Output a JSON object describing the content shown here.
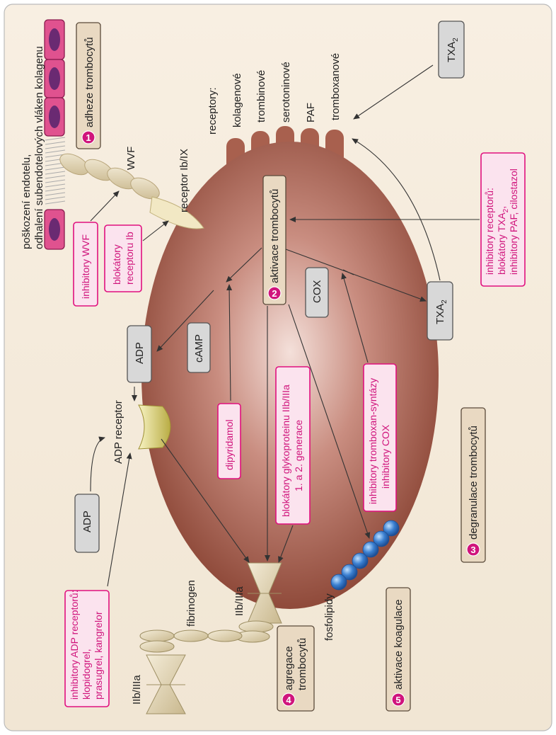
{
  "labels": {
    "endothelium_line1": "poškození endotelu,",
    "endothelium_line2": "odhalení subendotelových vláken kolagenu",
    "wvf": "WVF",
    "receptor_ib_ix": "receptor Ib/IX",
    "receptors_heading": "receptory:",
    "receptor_collagen": "kolagenové",
    "receptor_thrombin": "trombinové",
    "receptor_serotonin": "serotoninové",
    "receptor_paf": "PAF",
    "receptor_thromboxane": "tromboxanové",
    "adp_receptor": "ADP receptor",
    "fibrinogen": "fibrinogen",
    "iib_iiia_center": "IIb/IIIa",
    "iib_iiia_left": "IIb/IIIa",
    "fosfolipidy": "fosfolipidy"
  },
  "grey_boxes": {
    "txa2_top": "TXA",
    "txa2_top_sub": "2",
    "cox": "COX",
    "txa2_mid": "TXA",
    "txa2_mid_sub": "2",
    "camp": "cAMP",
    "adp_upper": "ADP",
    "adp_lower": "ADP"
  },
  "steps": {
    "s1": {
      "num": "1",
      "label": "adheze trombocytů"
    },
    "s2": {
      "num": "2",
      "label": "aktivace trombocytů"
    },
    "s3": {
      "num": "3",
      "label": "degranulace trombocytů"
    },
    "s4": {
      "num": "4",
      "label1": "agregace",
      "label2": "trombocytů"
    },
    "s5": {
      "num": "5",
      "label": "aktivace koagulace"
    }
  },
  "inhibitors": {
    "wvf": "inhibitory WVF",
    "ib_line1": "blokátory",
    "ib_line2": "receptoru Ib",
    "receptors_line1": "inhibitory receptorů:",
    "receptors_line2": "blokátory TXA",
    "receptors_line2_sub": "2",
    "receptors_line2_end": ",",
    "receptors_line3": "inhibitory PAF, cilostazol",
    "tromboxan_line1": "inhibitory tromboxan-syntázy",
    "tromboxan_line2": "inhibitory COX",
    "gp_line1": "blokátory glykoproteinu IIb/IIIa",
    "gp_line2": "1. a 2. generace",
    "dipyridamol": "dipyridamol",
    "adp_line1": "inhibitory ADP receptorů:",
    "adp_line2": "klopidogrel,",
    "adp_line3": "prasugrel, kangrelor"
  },
  "colors": {
    "platelet_center": "#f2d9d2",
    "platelet_edge": "#9c5544",
    "inhibitor_text": "#d0147c",
    "cell": "#e0528f",
    "nucleus": "#6a2a72",
    "phospholipid": "#3a7fd0"
  }
}
